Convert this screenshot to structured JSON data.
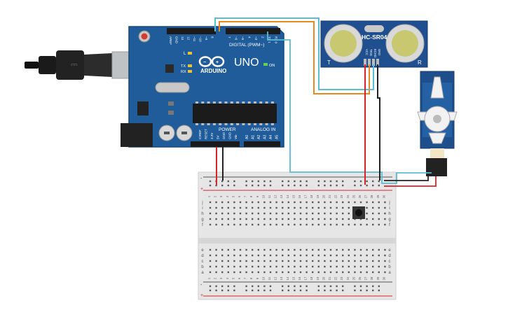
{
  "arduino": {
    "logo_text": "ARDUINO",
    "model": "UNO",
    "digital_header": "DIGITAL (PWM~)",
    "power_header": "POWER",
    "analog_header": "ANALOG IN",
    "on_label": "ON",
    "l_label": "L",
    "tx_label": "TX",
    "rx_label": "RX",
    "top_pins": [
      "AREF",
      "GND",
      "13",
      "12",
      "~11",
      "~10",
      "~9",
      "8",
      "7",
      "~6",
      "~5",
      "4",
      "~3",
      "2",
      "TX 1",
      "RX 0"
    ],
    "power_pins": [
      "IOREF",
      "RESET",
      "3.3V",
      "5V",
      "GND",
      "GND",
      "Vin"
    ],
    "analog_pins": [
      "A0",
      "A1",
      "A2",
      "A3",
      "A4",
      "A5"
    ]
  },
  "sensor": {
    "name": "HC-SR04",
    "left_mark": "T",
    "right_mark": "R",
    "pins": [
      "VCC",
      "TRIG",
      "ECHO",
      "GND"
    ]
  },
  "breadboard": {
    "columns": [
      "1",
      "2",
      "3",
      "4",
      "5",
      "6",
      "7",
      "8",
      "9",
      "10",
      "11",
      "12",
      "13",
      "14",
      "15",
      "16",
      "17",
      "18",
      "19",
      "20",
      "21",
      "22",
      "23",
      "24",
      "25",
      "26",
      "27",
      "28",
      "29",
      "30"
    ],
    "rows_top": [
      "j",
      "i",
      "h",
      "g",
      "f"
    ],
    "rows_bottom": [
      "e",
      "d",
      "c",
      "b",
      "a"
    ],
    "rail_minus": "-",
    "rail_plus": "+"
  },
  "colors": {
    "arduino_blue": "#1f5c99",
    "wire_orange": "#e8891d",
    "wire_cyan": "#5bbcd3",
    "wire_red": "#d8232a",
    "wire_black": "#222222"
  }
}
